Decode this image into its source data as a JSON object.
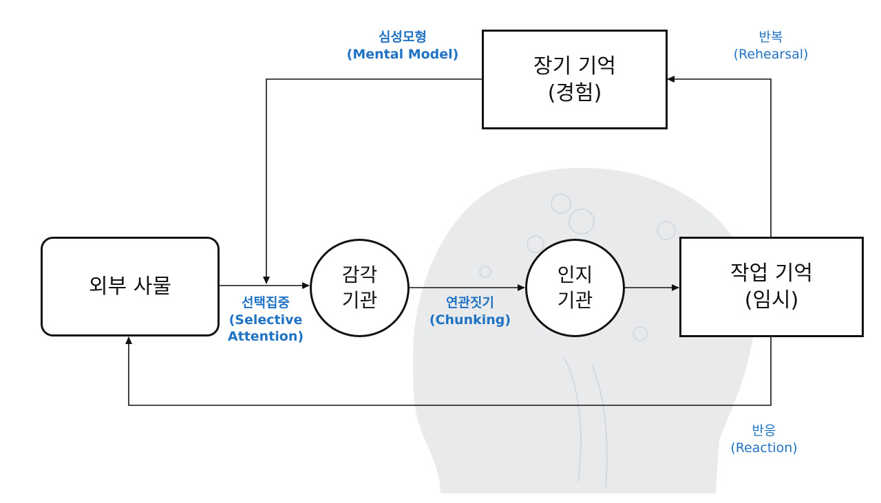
{
  "nodes": {
    "long_term": {
      "line1": "장기 기억",
      "line2": "(경험)"
    },
    "external": {
      "line1": "외부 사물"
    },
    "sensory": {
      "line1": "감각",
      "line2": "기관"
    },
    "cognitive": {
      "line1": "인지",
      "line2": "기관"
    },
    "working": {
      "line1": "작업 기억",
      "line2": "(임시)"
    }
  },
  "edge_labels": {
    "mental_model": {
      "ko": "심성모형",
      "en": "(Mental Model)"
    },
    "rehearsal": {
      "ko": "반복",
      "en": "(Rehearsal)"
    },
    "selective_attention": {
      "ko": "선택집중",
      "en1": "(Selective",
      "en2": "Attention)"
    },
    "chunking": {
      "ko": "연관짓기",
      "en": "(Chunking)"
    },
    "reaction": {
      "ko": "반응",
      "en": "(Reaction)"
    }
  },
  "colors": {
    "label_blue": "#1f72c4",
    "stroke": "#111111",
    "background_figure": "#e6e8ea"
  }
}
